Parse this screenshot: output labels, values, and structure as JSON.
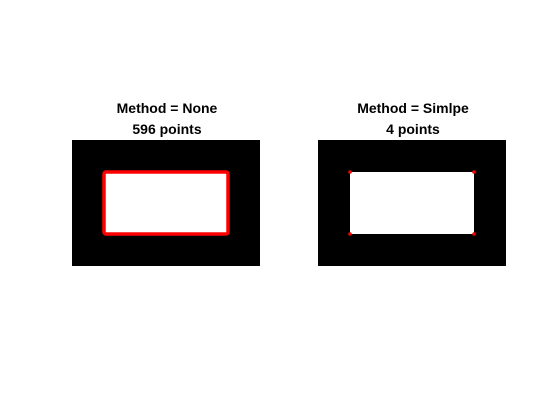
{
  "figure": {
    "panels": [
      {
        "title_line1": "Method = None",
        "title_line2": "596 points",
        "image_background": "#000000",
        "region_fill": "#ffffff",
        "contour_color": "#ff0000",
        "contour_style": "continuous"
      },
      {
        "title_line1": "Method = Simlpe",
        "title_line2": "4 points",
        "image_background": "#000000",
        "region_fill": "#ffffff",
        "contour_color": "#ff0000",
        "contour_style": "corner-points"
      }
    ]
  }
}
